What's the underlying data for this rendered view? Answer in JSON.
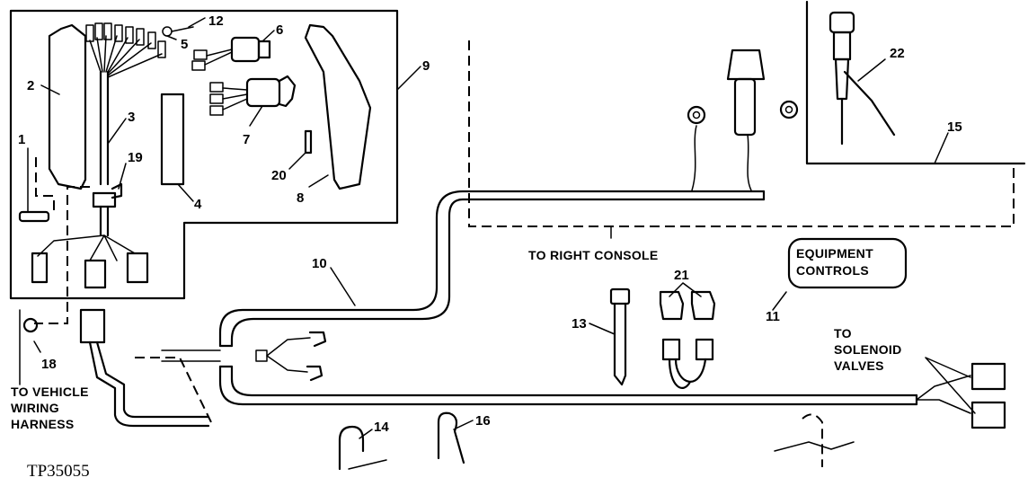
{
  "figure_code": "TP35055",
  "callouts": {
    "c1": "1",
    "c2": "2",
    "c3": "3",
    "c4": "4",
    "c5": "5",
    "c6": "6",
    "c7": "7",
    "c8": "8",
    "c9": "9",
    "c10": "10",
    "c11": "11",
    "c12": "12",
    "c13": "13",
    "c14": "14",
    "c15": "15",
    "c16": "16",
    "c18": "18",
    "c19": "19",
    "c20": "20",
    "c21": "21",
    "c22": "22"
  },
  "captions": {
    "right_console": "TO RIGHT CONSOLE",
    "equipment_controls_line1": "EQUIPMENT",
    "equipment_controls_line2": "CONTROLS",
    "solenoid_line1": "TO",
    "solenoid_line2": "SOLENOID",
    "solenoid_line3": "VALVES",
    "vehicle_line1": "TO VEHICLE",
    "vehicle_line2": "WIRING",
    "vehicle_line3": "HARNESS"
  }
}
